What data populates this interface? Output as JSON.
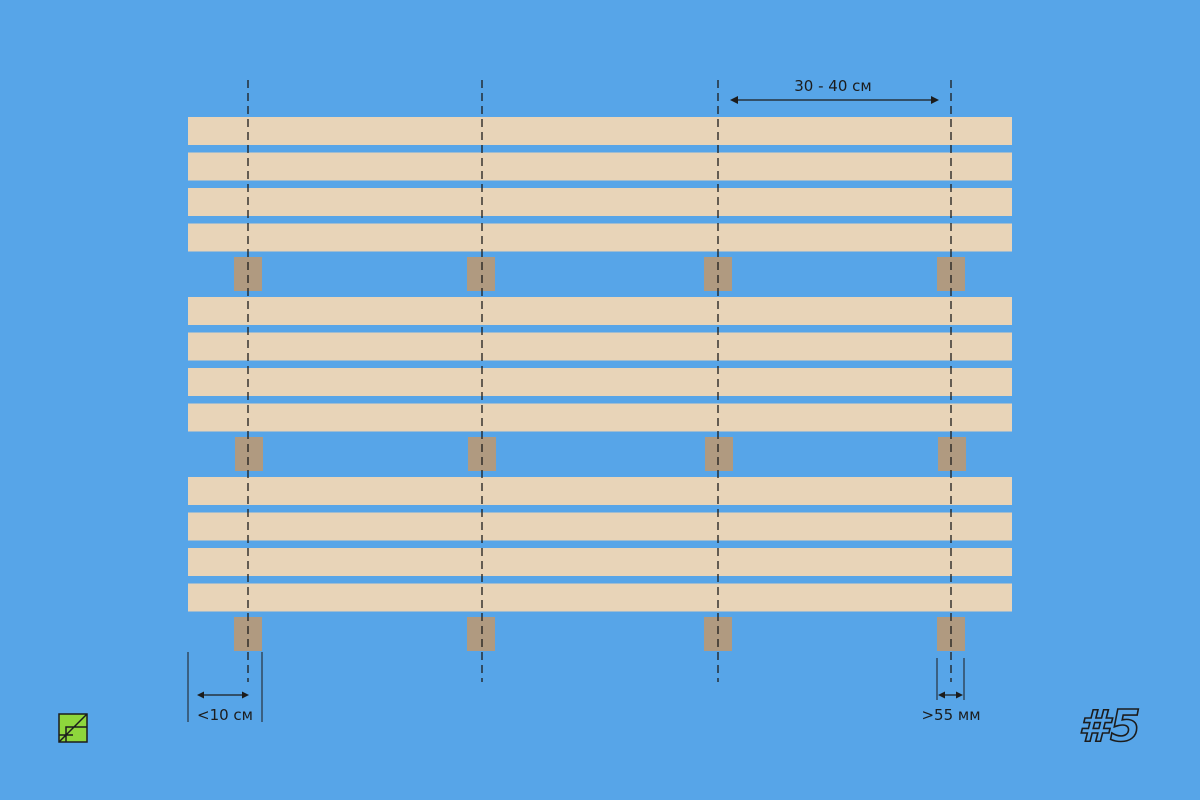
{
  "colors": {
    "background": "#57a5e8",
    "board": "#e8d4b8",
    "joist": "#b09a80",
    "line": "#1c1c1c",
    "logo": "#8ed63c"
  },
  "diagram": {
    "board_groups": 3,
    "boards_per_group": 4,
    "joists": 4,
    "dimensions": {
      "joist_spacing": "30 - 40 см",
      "edge_overhang": "<10 см",
      "joist_width": ">55 мм"
    }
  },
  "badge": {
    "label": "#5"
  },
  "logo": {
    "icon": "tile-logo-icon"
  }
}
